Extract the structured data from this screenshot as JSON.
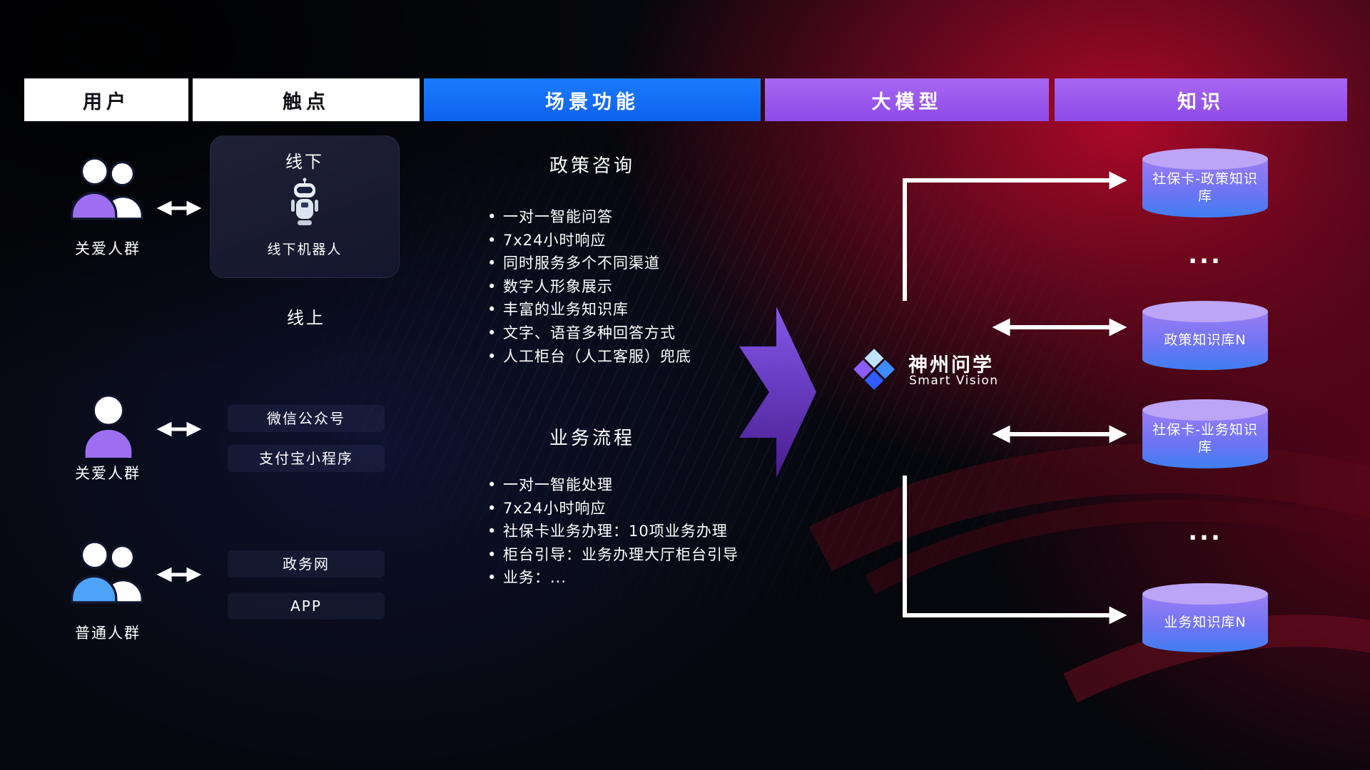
{
  "header": {
    "columns": [
      {
        "label": "用户"
      },
      {
        "label": "触点"
      },
      {
        "label": "场景功能"
      },
      {
        "label": "大模型"
      },
      {
        "label": "知识"
      }
    ]
  },
  "users": [
    {
      "label": "关爱人群",
      "icon": "group-purple"
    },
    {
      "label": "关爱人群",
      "icon": "person-purple"
    },
    {
      "label": "普通人群",
      "icon": "group-blue"
    }
  ],
  "touchpoints": {
    "offline": {
      "title": "线下",
      "robot_label": "线下机器人"
    },
    "online_title": "线上",
    "channels": [
      "微信公众号",
      "支付宝小程序",
      "政务网",
      "APP"
    ]
  },
  "scenarios": [
    {
      "title": "政策咨询",
      "items": [
        "一对一智能问答",
        "7x24小时响应",
        "同时服务多个不同渠道",
        "数字人形象展示",
        "丰富的业务知识库",
        "文字、语音多种回答方式",
        "人工柜台（人工客服）兜底"
      ]
    },
    {
      "title": "业务流程",
      "items": [
        "一对一智能处理",
        "7x24小时响应",
        "社保卡业务办理：10项业务办理",
        "柜台引导：业务办理大厅柜台引导",
        "业务：..."
      ]
    }
  ],
  "model": {
    "name": "神州问学",
    "subtitle": "Smart Vision"
  },
  "knowledge": {
    "ellipsis": "...",
    "databases": [
      {
        "label": "社保卡-政策知识库"
      },
      {
        "label": "政策知识库N"
      },
      {
        "label": "社保卡-业务知识库"
      },
      {
        "label": "业务知识库N"
      }
    ]
  },
  "colors": {
    "header_blue": "#1673f6",
    "header_purple": "#9e57ee",
    "cylinder_top": "#bca4f7",
    "cylinder_body_start": "#9b7df4",
    "cylinder_body_end": "#3f7ef2",
    "big_arrow": "#6d28d9",
    "background_red": "#c30b2e",
    "icon_purple": "#9d6ff0",
    "icon_blue": "#4da3f7",
    "arrow_white": "#ffffff"
  }
}
